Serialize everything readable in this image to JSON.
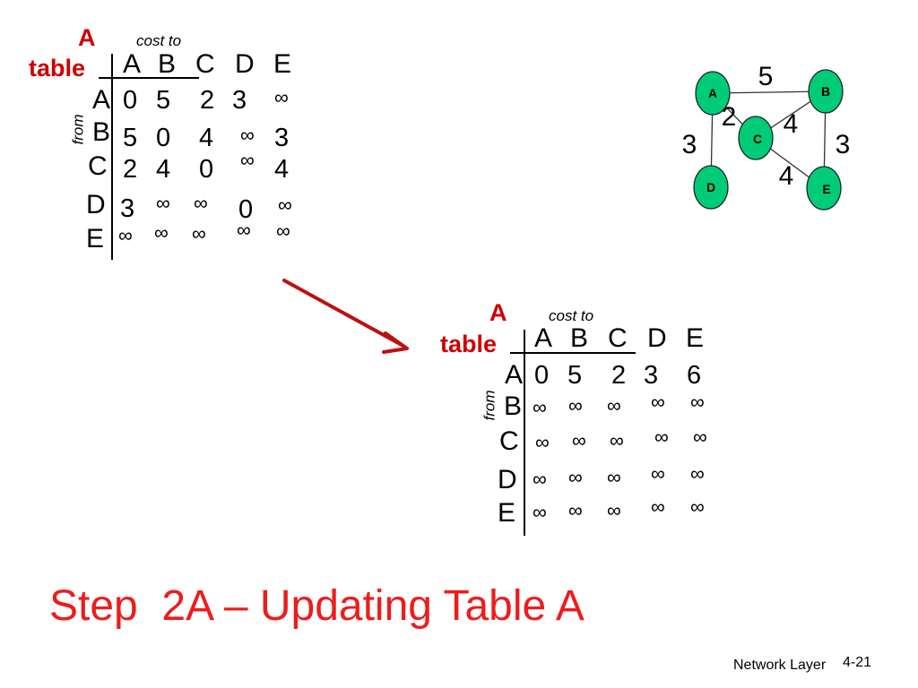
{
  "table1": {
    "label_a": "A",
    "label_table": "table",
    "cost_to": "cost to",
    "from": "from",
    "headers": [
      "A",
      "B",
      "C",
      "D",
      "E"
    ],
    "row_labels": [
      "A",
      "B",
      "C",
      "D",
      "E"
    ],
    "rows": [
      [
        "0",
        "5",
        "2",
        "3",
        "∞"
      ],
      [
        "5",
        "0",
        "4",
        "∞",
        "3"
      ],
      [
        "2",
        "4",
        "0",
        "∞",
        "4"
      ],
      [
        "3",
        "∞",
        "∞",
        "0",
        "∞"
      ],
      [
        "∞",
        "∞",
        "∞",
        "∞",
        "∞"
      ]
    ]
  },
  "table2": {
    "label_a": "A",
    "label_table": "table",
    "cost_to": "cost to",
    "from": "from",
    "headers": [
      "A",
      "B",
      "C",
      "D",
      "E"
    ],
    "row_labels": [
      "A",
      "B",
      "C",
      "D",
      "E"
    ],
    "rows": [
      [
        "0",
        "5",
        "2",
        "3",
        "6"
      ],
      [
        "∞",
        "∞",
        "∞",
        "∞",
        "∞"
      ],
      [
        "∞",
        "∞",
        "∞",
        "∞",
        "∞"
      ],
      [
        "∞",
        "∞",
        "∞",
        "∞",
        "∞"
      ],
      [
        "∞",
        "∞",
        "∞",
        "∞",
        "∞"
      ]
    ]
  },
  "graph": {
    "node_color": "#00cc77",
    "nodes": [
      "A",
      "B",
      "C",
      "D",
      "E"
    ],
    "edge_weights": {
      "AB": "5",
      "AC": "2",
      "BC": "4",
      "AD": "3",
      "BE": "3",
      "CE": "4"
    }
  },
  "arrow_color": "#bb1111",
  "title": "Step  2A – Updating Table A",
  "footer": {
    "section": "Network Layer",
    "page": "4-21"
  }
}
